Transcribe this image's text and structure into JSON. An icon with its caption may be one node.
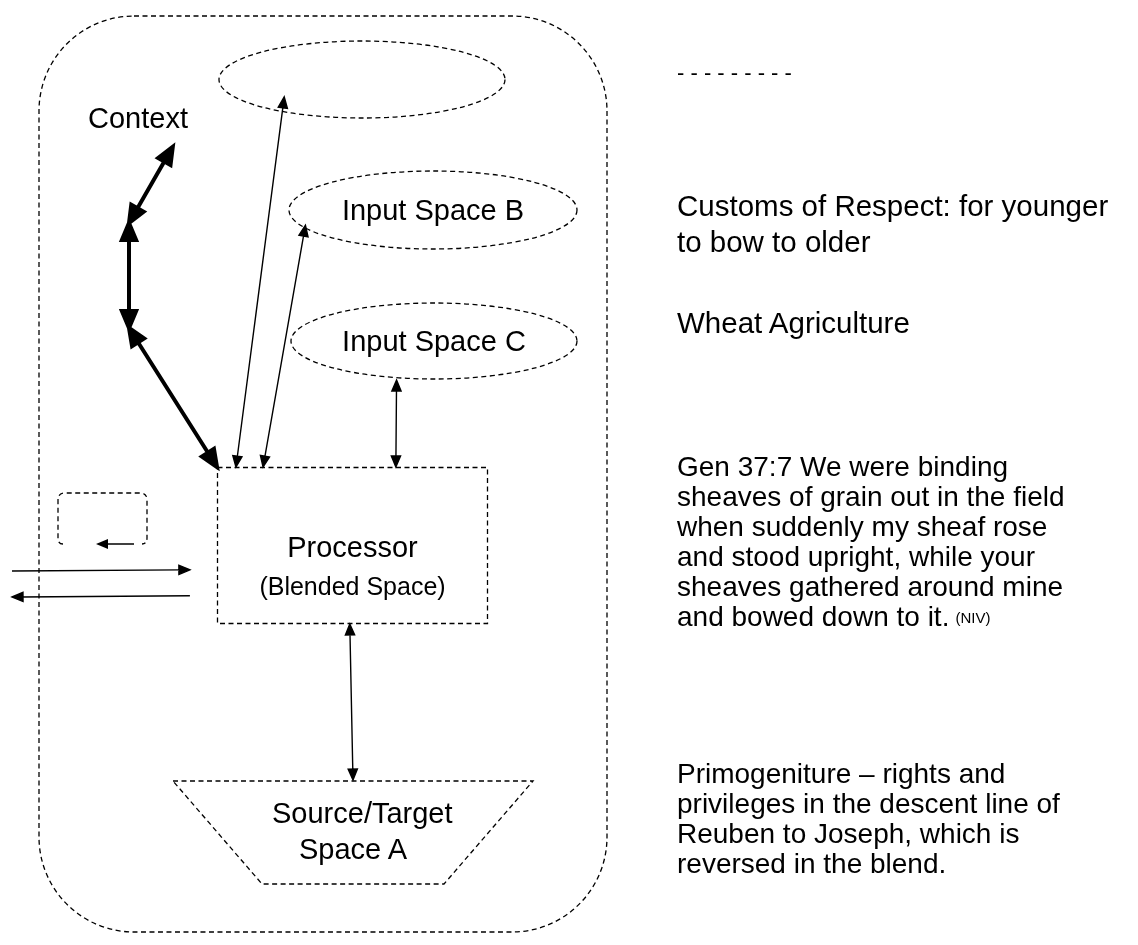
{
  "diagram": {
    "nodes": [
      {
        "text": [],
        "shape": "box"
      },
      {
        "text": [],
        "shape": "circle",
        "in": 0
      },
      {
        "text": [
          "Context"
        ],
        "in": 0
      },
      {
        "text": [
          "Input Space B"
        ],
        "in": 0
      },
      {
        "text": [
          "Input Space C"
        ],
        "in": 0
      },
      {
        "text": [
          "Processor",
          "(Blended Space)"
        ],
        "in": 0
      },
      {
        "text": [],
        "shape": "box",
        "in": 0
      },
      {
        "text": [
          "Source/Target Space A"
        ],
        "in": 0
      }
    ],
    "edges": [
      {
        "from": 2,
        "to": 5,
        "arrow": "both",
        "style": "thick"
      },
      {
        "from": 1,
        "to": 5,
        "arrow": "both"
      },
      {
        "from": 3,
        "to": 5,
        "arrow": "both"
      },
      {
        "from": 4,
        "to": 5,
        "arrow": "both"
      },
      {
        "from": 5,
        "to": 7,
        "arrow": "both"
      },
      {
        "from": null,
        "to": 5,
        "arrow": "to"
      },
      {
        "from": 5,
        "to": null,
        "arrow": "to"
      }
    ],
    "labels": [
      "- - - - - - - - -",
      "Customs of Respect: for younger to bow to older",
      "Wheat Agriculture",
      "Gen 37:7 We were binding sheaves of grain out in the field when suddenly my sheaf rose and stood upright, while your sheaves gathered around mine and bowed down to it.",
      "(NIV)",
      "Primogeniture – rights and privileges in the descent line of Reuben to Joseph, which is reversed in the blend."
    ]
  }
}
